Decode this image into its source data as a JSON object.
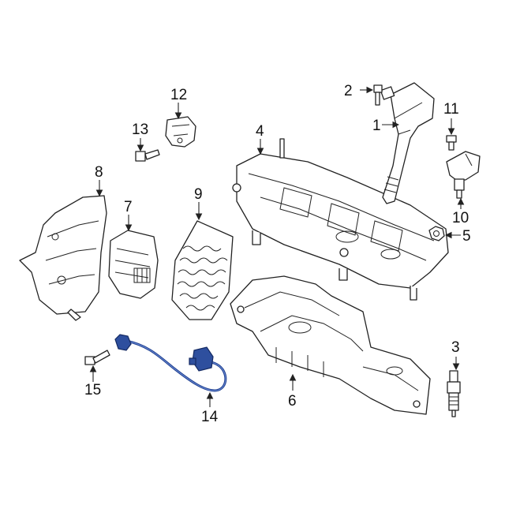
{
  "callouts": {
    "c1": "1",
    "c2": "2",
    "c3": "3",
    "c4": "4",
    "c5": "5",
    "c6": "6",
    "c7": "7",
    "c8": "8",
    "c9": "9",
    "c10": "10",
    "c11": "11",
    "c12": "12",
    "c13": "13",
    "c14": "14",
    "c15": "15"
  },
  "colors": {
    "line_art": "#222222",
    "highlight_harness": "#1f3f8f",
    "background": "#ffffff"
  }
}
